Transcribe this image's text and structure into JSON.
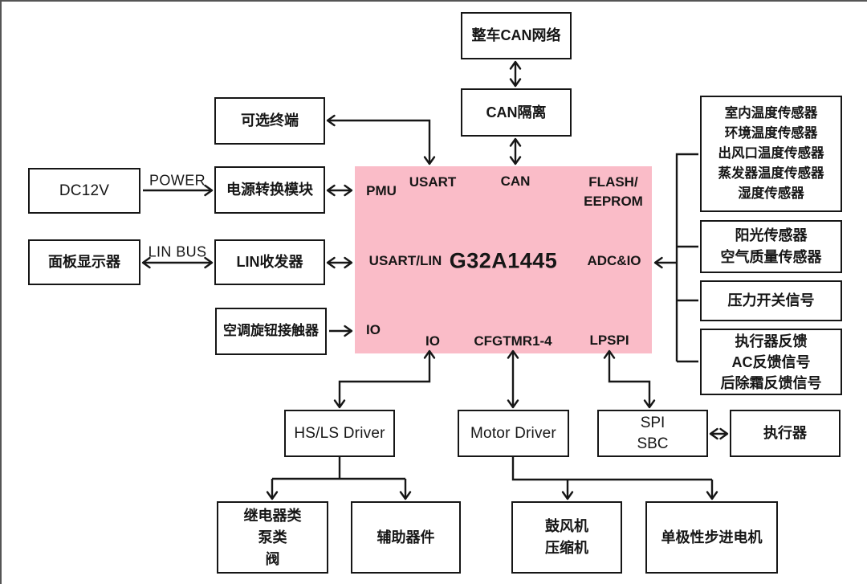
{
  "diagram_title": "G32A1445 automotive HVAC block diagram",
  "colors": {
    "chip_fill": "#FABCC8",
    "line": "#161616",
    "box_border": "#161616",
    "frame_border": "#555555",
    "background": "#ffffff"
  },
  "chip": {
    "name": "G32A1445",
    "ports": {
      "pmu": "PMU",
      "usart": "USART",
      "can": "CAN",
      "flash": [
        "FLASH/",
        "EEPROM"
      ],
      "usart_lin": "USART/LIN",
      "adc_io": "ADC&IO",
      "io_left": "IO",
      "io_bottom": "IO",
      "cfgtmr": "CFGTMR1-4",
      "lpspi": "LPSPI"
    }
  },
  "nodes": {
    "vehicle_can": {
      "label": "整车CAN网络"
    },
    "can_isolation": {
      "label": "CAN隔离"
    },
    "optional_terminal": {
      "label": "可选终端"
    },
    "dc12v": {
      "label": "DC12V"
    },
    "power_module": {
      "label": "电源转换模块"
    },
    "panel_display": {
      "label": "面板显示器"
    },
    "lin_transceiver": {
      "label": "LIN收发器"
    },
    "ac_knob": {
      "label": "空调旋钮接触器"
    },
    "temp_sensors": {
      "lines": [
        "室内温度传感器",
        "环境温度传感器",
        "出风口温度传感器",
        "蒸发器温度传感器",
        "湿度传感器"
      ]
    },
    "light_air_sensors": {
      "lines": [
        "阳光传感器",
        "空气质量传感器"
      ]
    },
    "pressure_switch": {
      "label": "压力开关信号"
    },
    "feedback_signals": {
      "lines": [
        "执行器反馈",
        "AC反馈信号",
        "后除霜反馈信号"
      ]
    },
    "hsls_driver": {
      "label": "HS/LS Driver"
    },
    "motor_driver": {
      "label": "Motor Driver"
    },
    "spi_sbc": {
      "lines": [
        "SPI",
        "SBC"
      ]
    },
    "actuator": {
      "label": "执行器"
    },
    "relay_pump_valve": {
      "lines": [
        "继电器类",
        "泵类",
        "阀"
      ]
    },
    "auxiliary": {
      "label": "辅助器件"
    },
    "blower_compressor": {
      "lines": [
        "鼓风机",
        "压缩机"
      ]
    },
    "stepper_motor": {
      "label": "单极性步进电机"
    }
  },
  "edge_labels": {
    "power": "POWER",
    "lin_bus": "LIN BUS"
  }
}
